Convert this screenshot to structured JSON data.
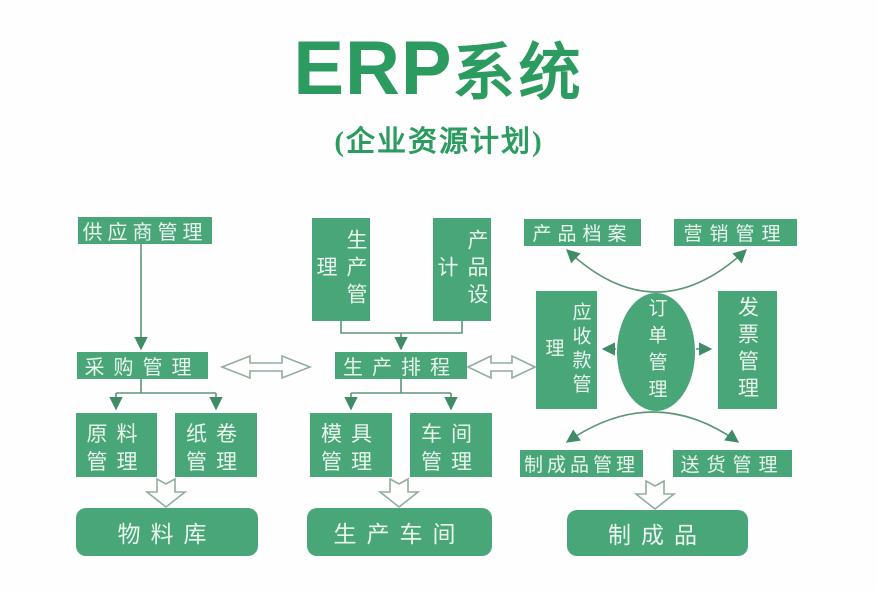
{
  "title": {
    "en": "ERP",
    "zh": "系统",
    "subtitle": "(企业资源计划)"
  },
  "colors": {
    "title_green": "#2B9B5F",
    "node_green": "#49A679",
    "node_text": "#E9F5ED",
    "connector_green": "#5D9578",
    "hollow_outline": "#8FAE9C",
    "background": "#FEFEFE"
  },
  "nodes": {
    "supplier": "供应商管理",
    "purchasing": "采购管理",
    "raw_material": "原料管理",
    "paper_roll": "纸卷管理",
    "material_store": "物料库",
    "production_mgmt": "生产管理",
    "product_design": "产品设计",
    "scheduling": "生产排程",
    "mold": "模具管理",
    "workshop": "车间管理",
    "production_workshop": "生产车间",
    "product_archive": "产品档案",
    "marketing": "营销管理",
    "receivables": "应收款管理",
    "order": "订单管理",
    "invoice": "发票管理",
    "finished_mgmt": "制成品管理",
    "delivery": "送货管理",
    "finished_goods": "制成品"
  }
}
